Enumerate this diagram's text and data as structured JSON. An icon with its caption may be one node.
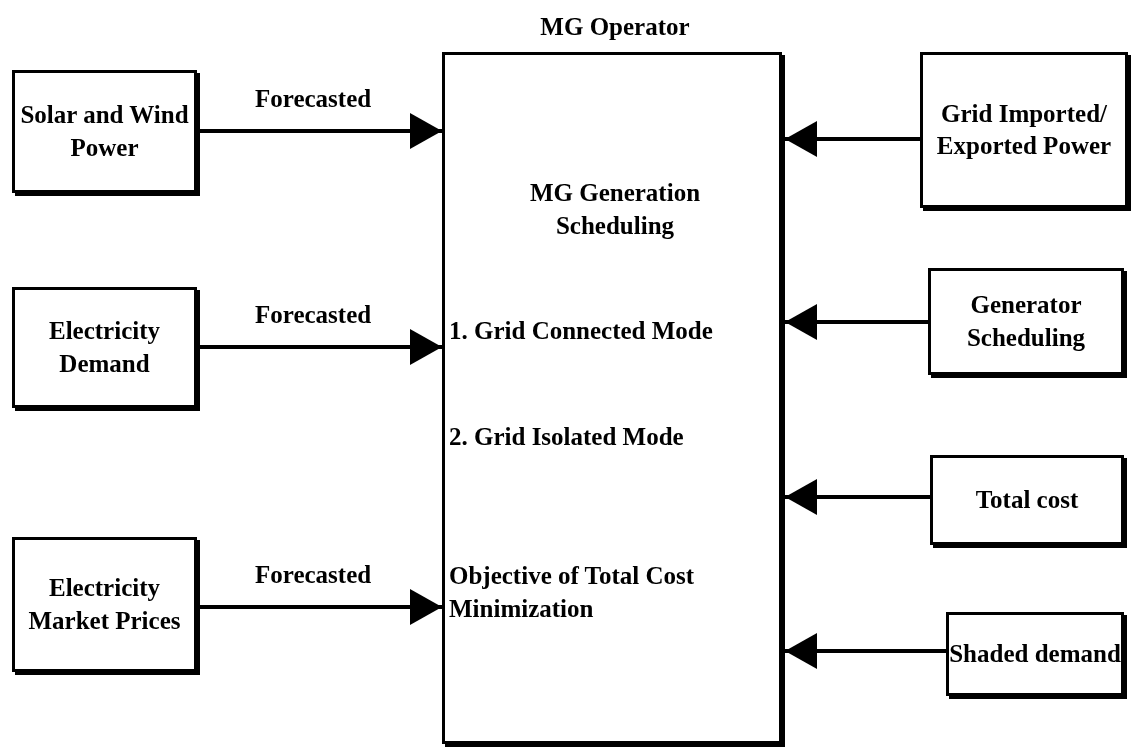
{
  "diagram": {
    "nodes": [
      {
        "text": [
          "MG Operator",
          "MG Generation Scheduling",
          "1. Grid Connected Mode",
          "2. Grid Isolated Mode",
          "Objective of Total Cost Minimization"
        ]
      },
      {
        "text": [
          "Solar and Wind Power"
        ]
      },
      {
        "text": [
          "Electricity Demand"
        ]
      },
      {
        "text": [
          "Electricity Market Prices"
        ]
      },
      {
        "text": [
          "Grid Imported/ Exported Power"
        ]
      },
      {
        "text": [
          "Generator Scheduling"
        ]
      },
      {
        "text": [
          "Total cost"
        ]
      },
      {
        "text": [
          "Shaded demand"
        ]
      }
    ],
    "edges": [
      {
        "from": 1,
        "to": 0,
        "arrow": "to",
        "label": "Forecasted"
      },
      {
        "from": 2,
        "to": 0,
        "arrow": "to",
        "label": "Forecasted"
      },
      {
        "from": 3,
        "to": 0,
        "arrow": "to",
        "label": "Forecasted"
      },
      {
        "from": 4,
        "to": 0,
        "arrow": "to"
      },
      {
        "from": 5,
        "to": 0,
        "arrow": "to"
      },
      {
        "from": 6,
        "to": 0,
        "arrow": "to"
      },
      {
        "from": 7,
        "to": 0,
        "arrow": "to"
      }
    ]
  }
}
